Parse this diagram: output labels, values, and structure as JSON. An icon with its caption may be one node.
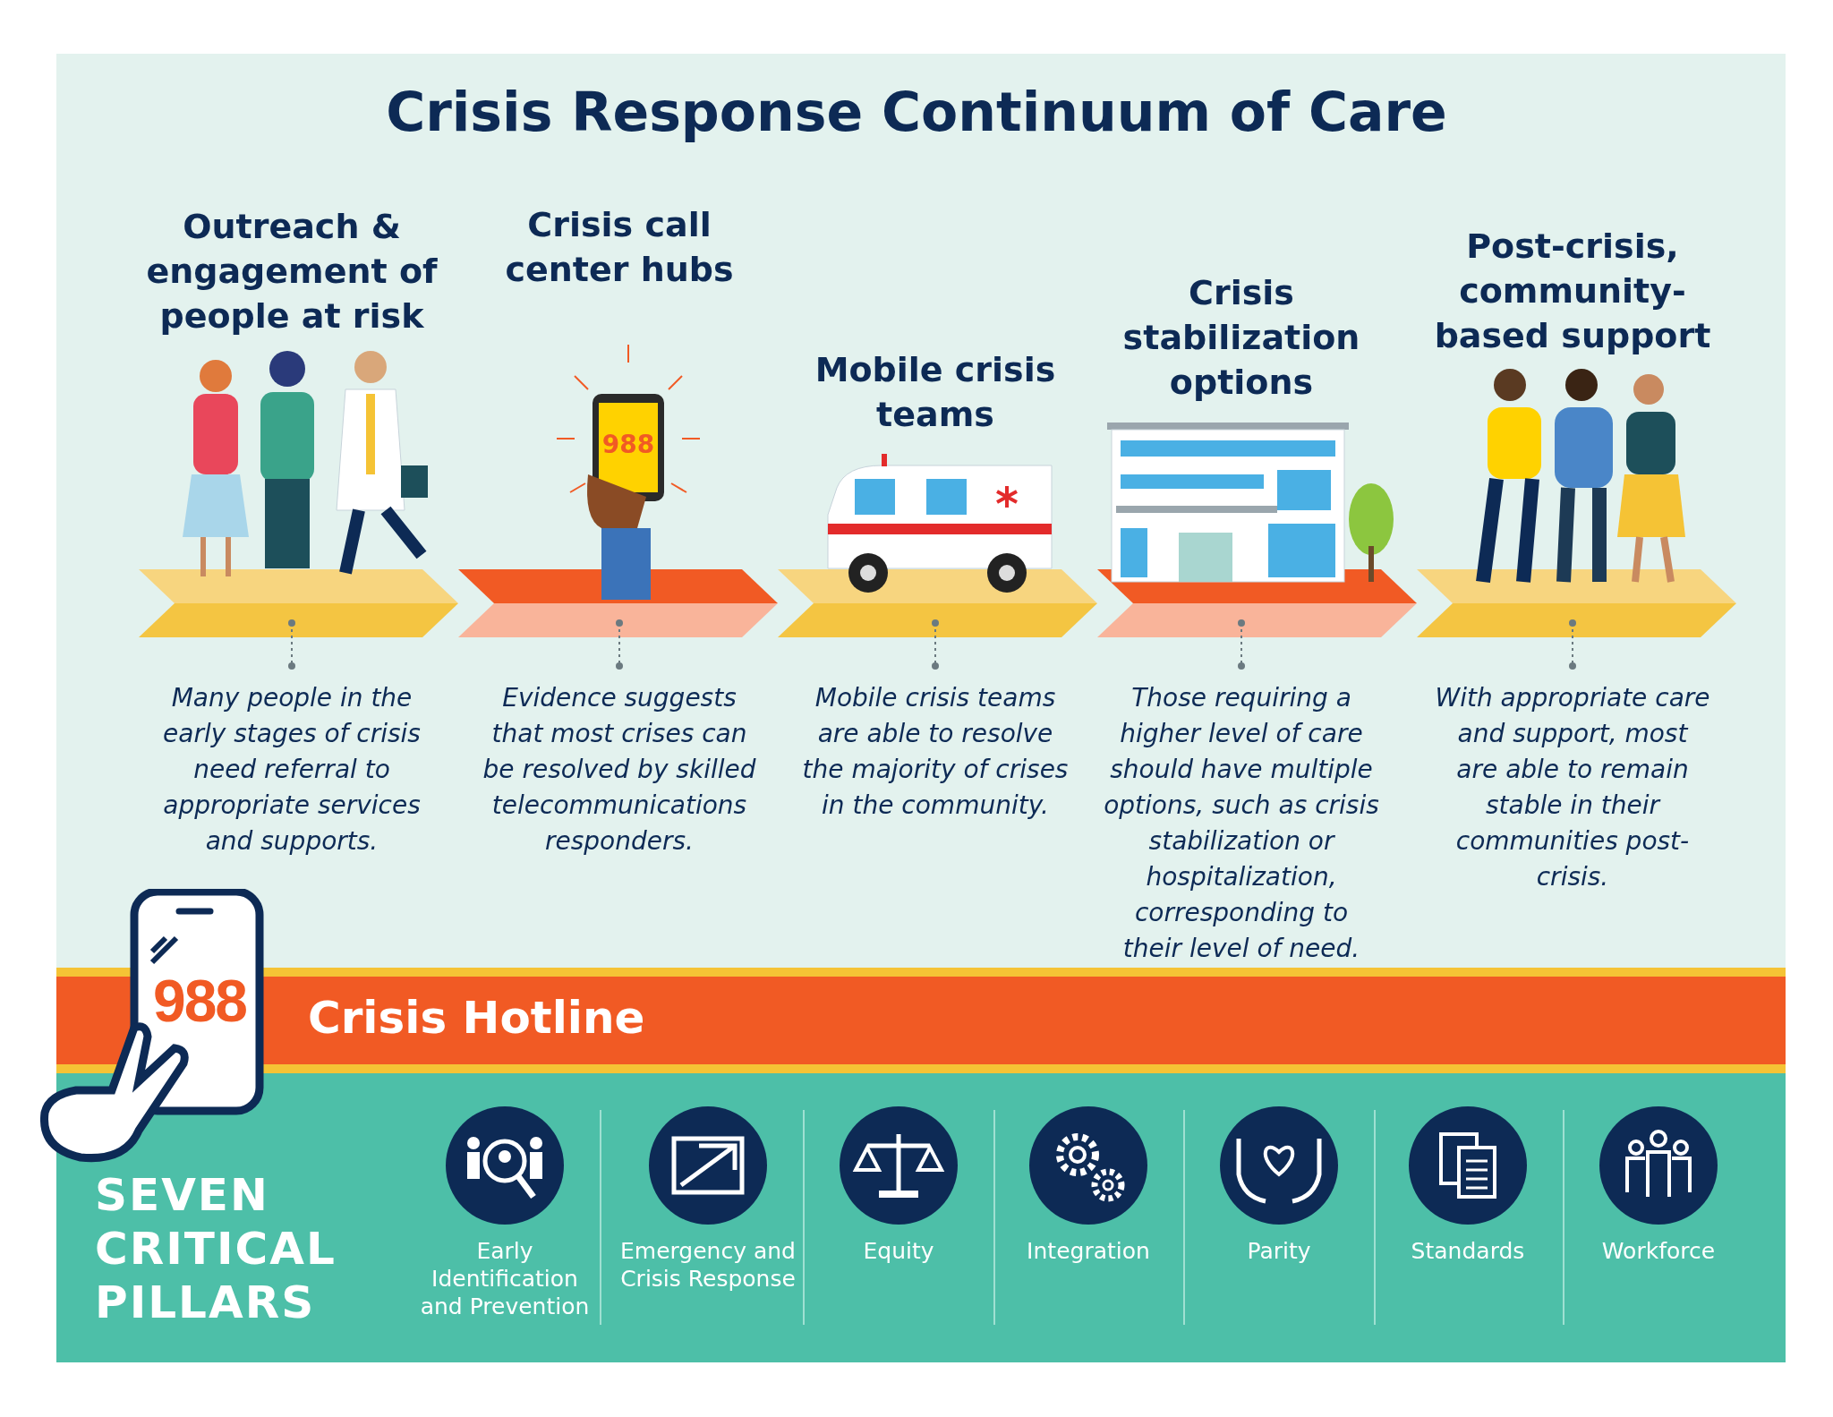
{
  "diagram": {
    "title": "Crisis Response Continuum of Care",
    "nodes": [
      {
        "text": [
          "Outreach & engagement of people at risk",
          "Many people in the early stages of crisis need referral to appropriate services and supports."
        ]
      },
      {
        "text": [
          "Crisis call center hubs",
          "Evidence suggests that most crises can be resolved by skilled telecommunications responders."
        ]
      },
      {
        "text": [
          "Mobile crisis teams",
          "Mobile crisis teams are able to resolve the majority of crises in the community."
        ]
      },
      {
        "text": [
          "Crisis stabilization options",
          "Those requiring a higher level of care should have multiple options, such as crisis stabilization or hospitalization, corresponding to their level of need."
        ]
      },
      {
        "text": [
          "Post-crisis, community-based support",
          "With appropriate care and support, most are able to remain stable in their communities post-crisis."
        ]
      }
    ],
    "labels": [
      "988",
      "988",
      "Crisis Hotline",
      "SEVEN CRITICAL PILLARS",
      "Early Identification and Prevention",
      "Emergency and Crisis Response",
      "Equity",
      "Integration",
      "Parity",
      "Standards",
      "Workforce"
    ]
  }
}
